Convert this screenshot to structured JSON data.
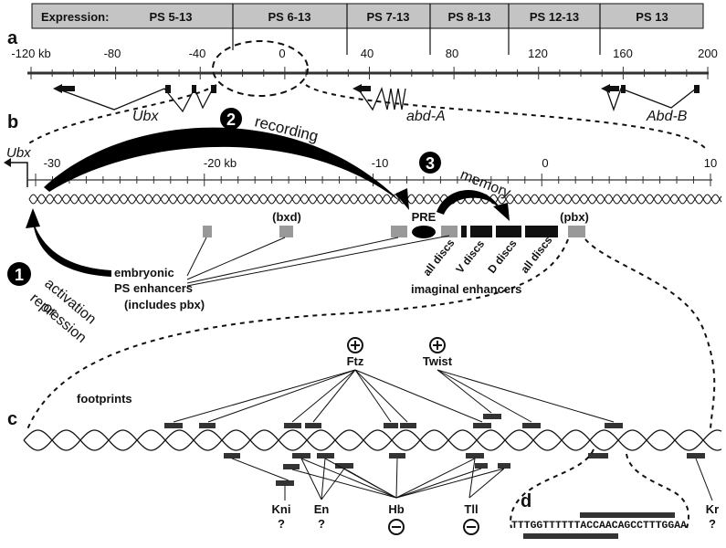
{
  "panels": {
    "a": "a",
    "b": "b",
    "c": "c",
    "d": "d"
  },
  "expression_bar": {
    "label": "Expression:",
    "segments": [
      "PS 5-13",
      "PS 6-13",
      "PS 7-13",
      "PS 8-13",
      "PS 12-13",
      "PS 13"
    ]
  },
  "panel_a": {
    "ticks": [
      "-120 kb",
      "-80",
      "-40",
      "0",
      "40",
      "80",
      "120",
      "160",
      "200"
    ],
    "genes": [
      "Ubx",
      "abd-A",
      "Abd-B"
    ]
  },
  "panel_b": {
    "gene": "Ubx",
    "ticks": [
      "-30",
      "-20 kb",
      "-10",
      "0",
      "10"
    ],
    "steps": [
      {
        "num": "1",
        "label": [
          "activation",
          "or",
          "repression"
        ]
      },
      {
        "num": "2",
        "label": "recording"
      },
      {
        "num": "3",
        "label": "memory"
      }
    ],
    "elements": {
      "bxd": "(bxd)",
      "pbx": "(pbx)",
      "pre": "PRE"
    },
    "embryonic_label": [
      "embryonic",
      "PS enhancers",
      "(includes pbx)"
    ],
    "disc_labels": [
      "all discs",
      "V discs",
      "D discs",
      "all discs"
    ],
    "imaginal_label": "imaginal enhancers"
  },
  "panel_c": {
    "footprints_label": "footprints",
    "activators": [
      {
        "name": "Ftz",
        "sign": "+"
      },
      {
        "name": "Twist",
        "sign": "+"
      }
    ],
    "bottom_factors": [
      {
        "name": "Kni",
        "sign": "?"
      },
      {
        "name": "En",
        "sign": "?"
      },
      {
        "name": "Hb",
        "sign": "−"
      },
      {
        "name": "Tll",
        "sign": "−"
      },
      {
        "name": "Kr",
        "sign": "?"
      }
    ]
  },
  "panel_d": {
    "sequence": "TTTGGTTTTTTACCAACAGCCTTTGGAA"
  }
}
